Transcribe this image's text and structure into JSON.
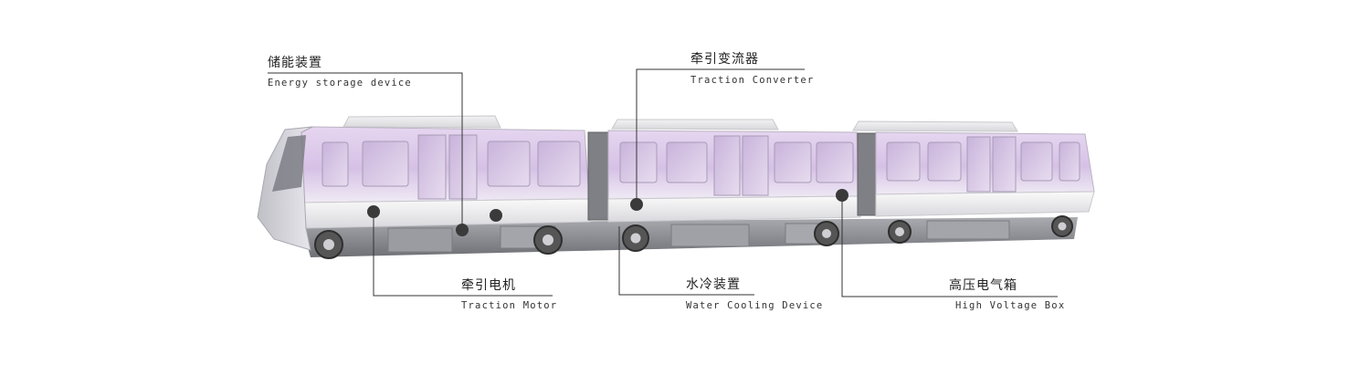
{
  "callouts": [
    {
      "id": "energy-storage",
      "cn": "储能装置",
      "en": "Energy storage device"
    },
    {
      "id": "traction-converter",
      "cn": "牵引变流器",
      "en": "Traction Converter"
    },
    {
      "id": "traction-motor",
      "cn": "牵引电机",
      "en": "Traction Motor"
    },
    {
      "id": "water-cooling",
      "cn": "水冷装置",
      "en": "Water Cooling Device"
    },
    {
      "id": "high-voltage-box",
      "cn": "高压电气箱",
      "en": "High Voltage Box"
    }
  ],
  "colors": {
    "body_lilac": "#d9c5e8",
    "body_white": "#f4f4f6",
    "undercarriage": "#8d8f94",
    "marker": "#3a3a3a",
    "leader_line": "#333333"
  }
}
